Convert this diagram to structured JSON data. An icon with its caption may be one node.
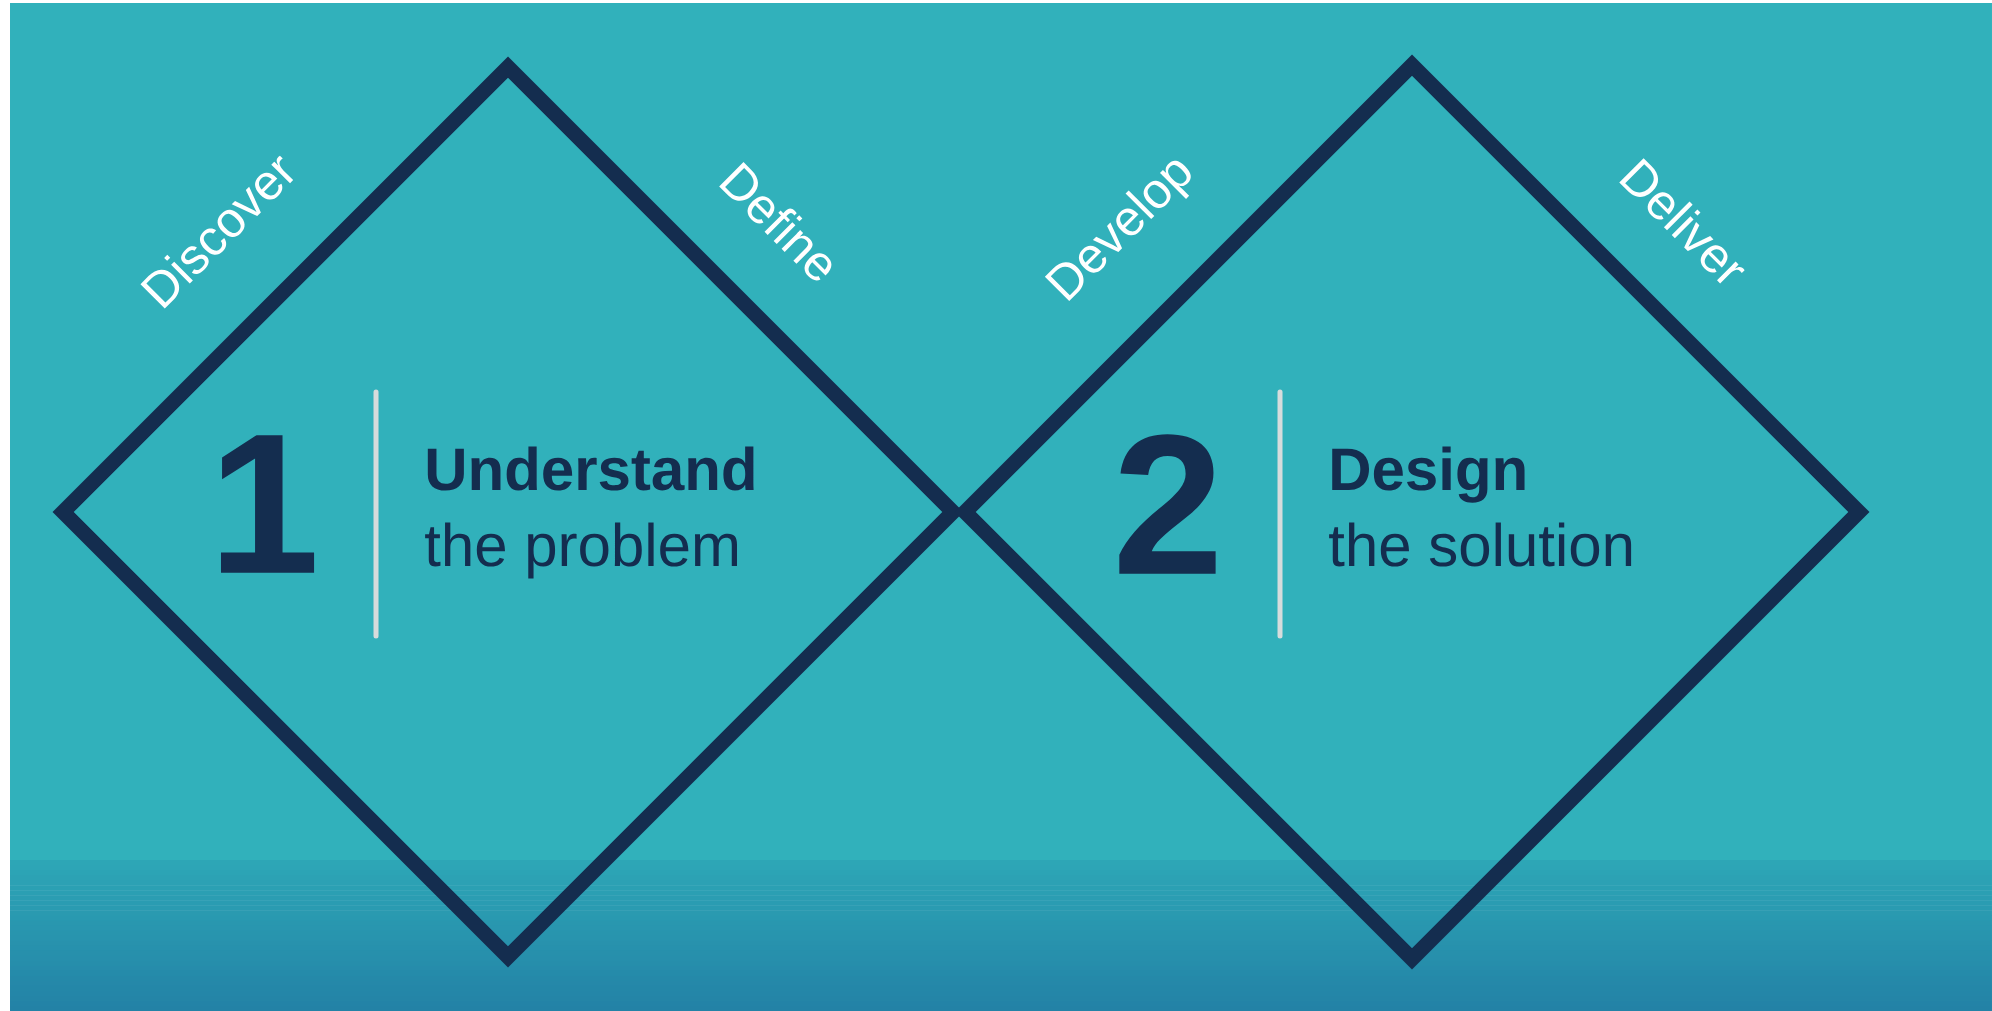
{
  "diagram": {
    "nodes": [
      {
        "text": [
          "1",
          "Understand",
          "the problem"
        ],
        "beside": [
          "Discover",
          "Define"
        ]
      },
      {
        "text": [
          "2",
          "Design",
          "the solution"
        ],
        "beside": [
          "Develop",
          "Deliver"
        ]
      }
    ]
  }
}
